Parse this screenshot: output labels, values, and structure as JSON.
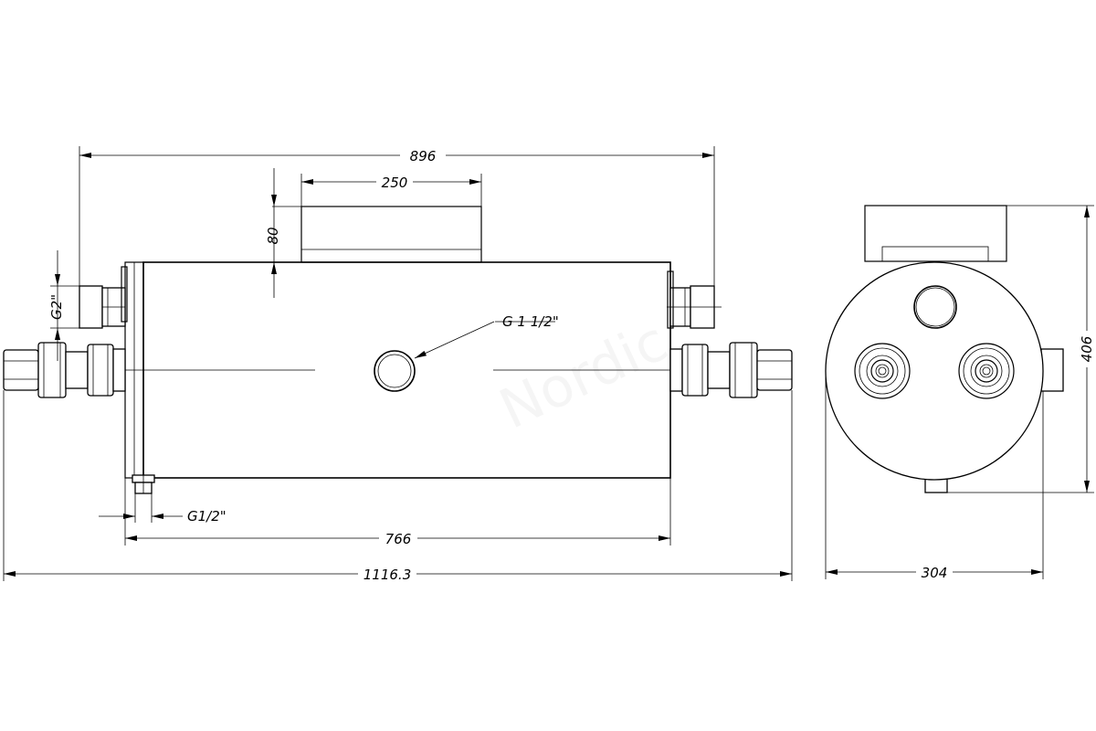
{
  "dimensions": {
    "overall_length": "1116.3",
    "body_length": "766",
    "port_spacing": "896",
    "box_width": "250",
    "box_height": "80",
    "diameter": "304",
    "height": "406"
  },
  "threads": {
    "side_port": "G2\"",
    "center_port": "G 1 1/2\"",
    "drain_port": "G1/2\""
  },
  "watermark": "Nordic"
}
